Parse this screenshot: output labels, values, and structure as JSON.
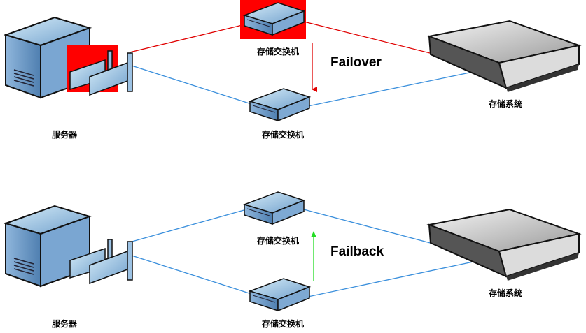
{
  "colors": {
    "failed_path": "#e00000",
    "active_path": "#3a8fdc",
    "failback_arrow": "#22dd22",
    "highlight": "#ff0000"
  },
  "top": {
    "server_label": "服务器",
    "switch_a_label": "存储交换机",
    "switch_b_label": "存储交换机",
    "storage_label": "存储系统",
    "action_label": "Failover"
  },
  "bottom": {
    "server_label": "服务器",
    "switch_a_label": "存储交换机",
    "switch_b_label": "存储交换机",
    "storage_label": "存储系统",
    "action_label": "Failback"
  }
}
